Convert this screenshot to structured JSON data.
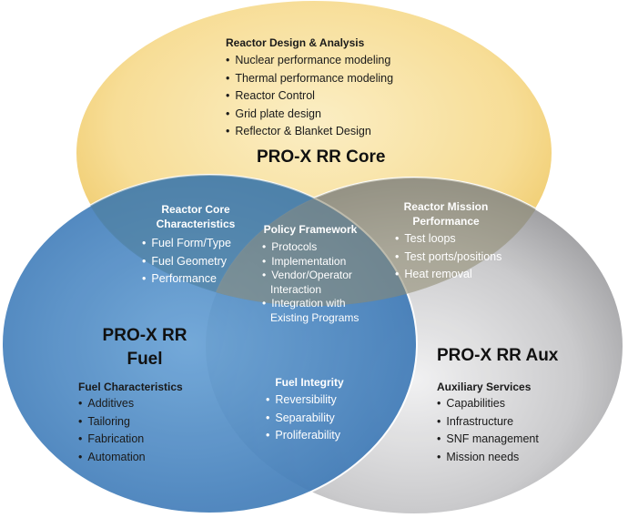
{
  "core": {
    "heading": "Reactor Design & Analysis",
    "items": [
      "Nuclear performance modeling",
      "Thermal performance modeling",
      "Reactor Control",
      "Grid plate design",
      "Reflector & Blanket Design"
    ],
    "title": "PRO-X RR Core"
  },
  "core_fuel": {
    "heading": "Reactor Core Characteristics",
    "items": [
      "Fuel Form/Type",
      "Fuel Geometry",
      "Performance"
    ]
  },
  "core_aux": {
    "heading": "Reactor Mission Performance",
    "items": [
      "Test loops",
      "Test ports/positions",
      "Heat removal"
    ]
  },
  "center": {
    "heading": "Policy Framework",
    "items": [
      "Protocols",
      "Implementation",
      "Vendor/Operator Interaction",
      "Integration with Existing Programs"
    ]
  },
  "fuel": {
    "title_line1": "PRO-X RR",
    "title_line2": "Fuel",
    "heading": "Fuel Characteristics",
    "items": [
      "Additives",
      "Tailoring",
      "Fabrication",
      "Automation"
    ]
  },
  "fuel_aux": {
    "heading": "Fuel Integrity",
    "items": [
      "Reversibility",
      "Separability",
      "Proliferability"
    ]
  },
  "aux": {
    "title": "PRO-X RR Aux",
    "heading": "Auxiliary Services",
    "items": [
      "Capabilities",
      "Infrastructure",
      "SNF management",
      "Mission needs"
    ]
  },
  "colors": {
    "core": "#f6d98a",
    "fuel": "#4a87c2",
    "aux": "#a9a9ab"
  }
}
